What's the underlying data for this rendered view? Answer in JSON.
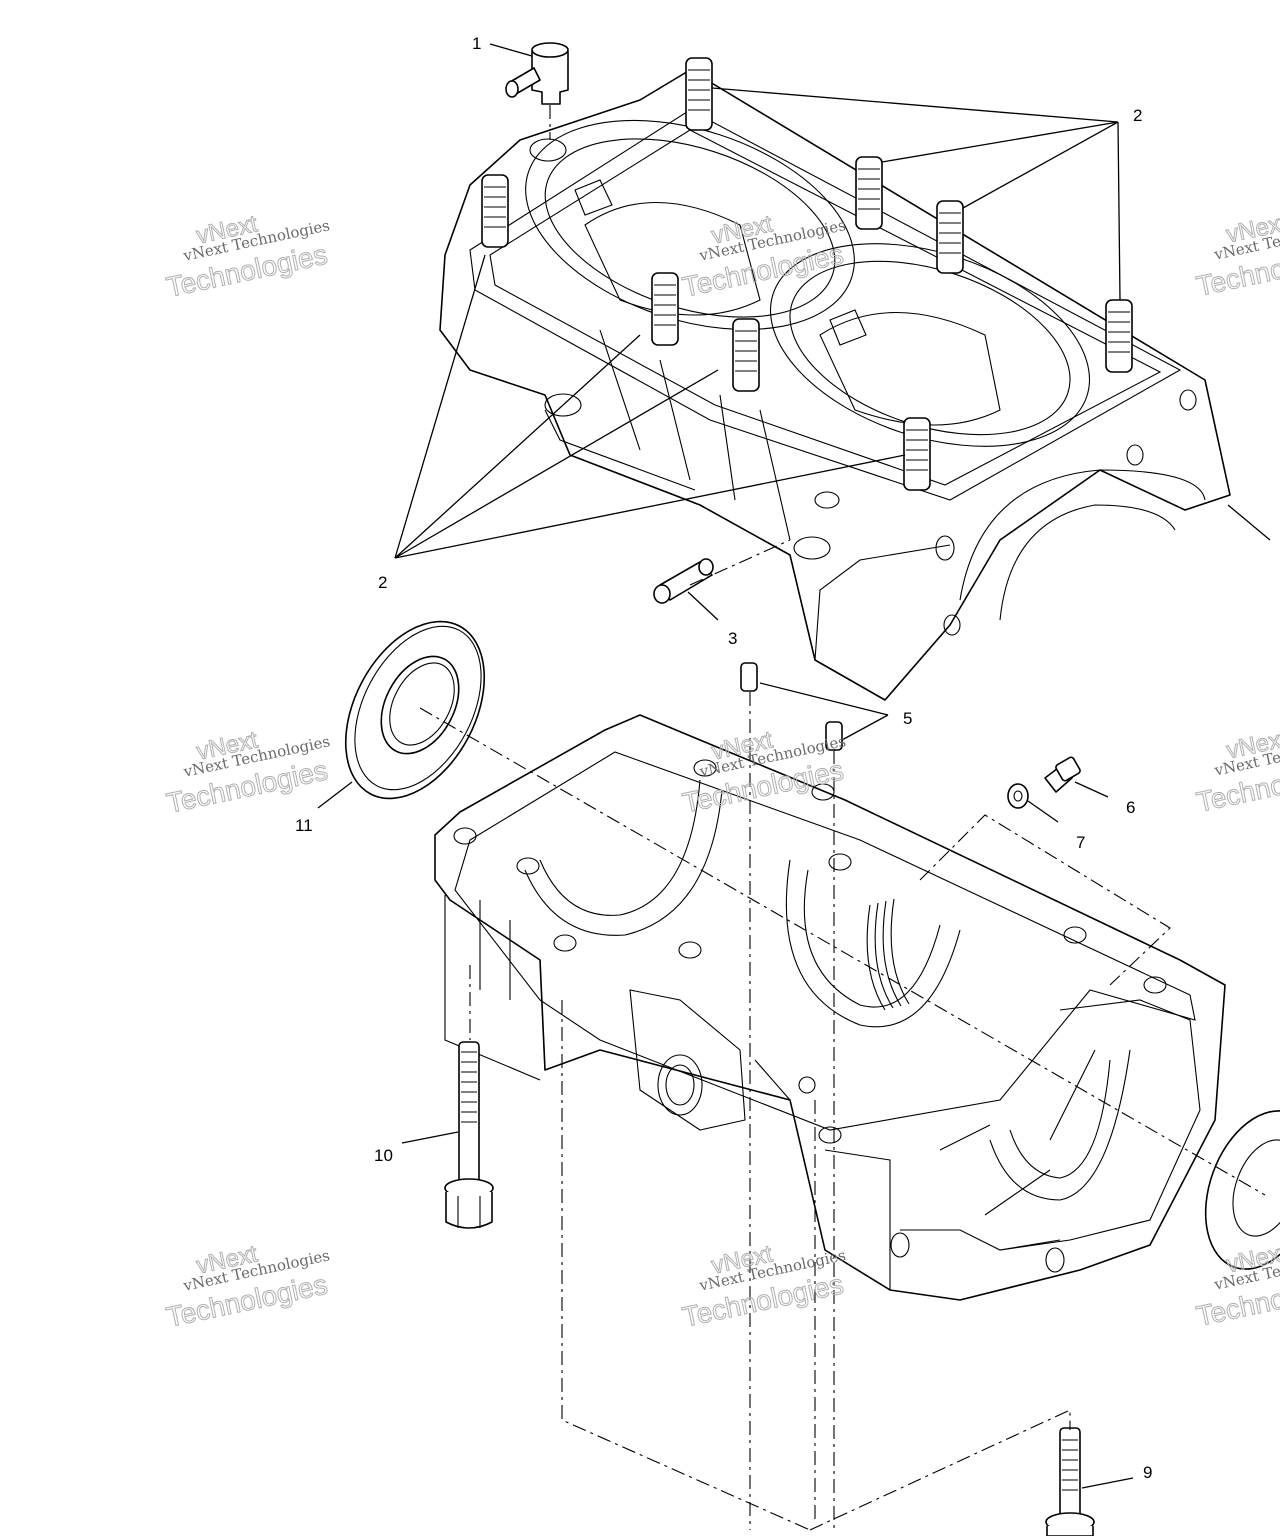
{
  "callouts": {
    "c1": "1",
    "c2a": "2",
    "c2b": "2",
    "c3": "3",
    "c5": "5",
    "c6": "6",
    "c7": "7",
    "c9": "9",
    "c10": "10",
    "c11": "11"
  },
  "watermark": {
    "brand": "vNext",
    "company": "vNext Technologies",
    "big": "Technologies"
  }
}
